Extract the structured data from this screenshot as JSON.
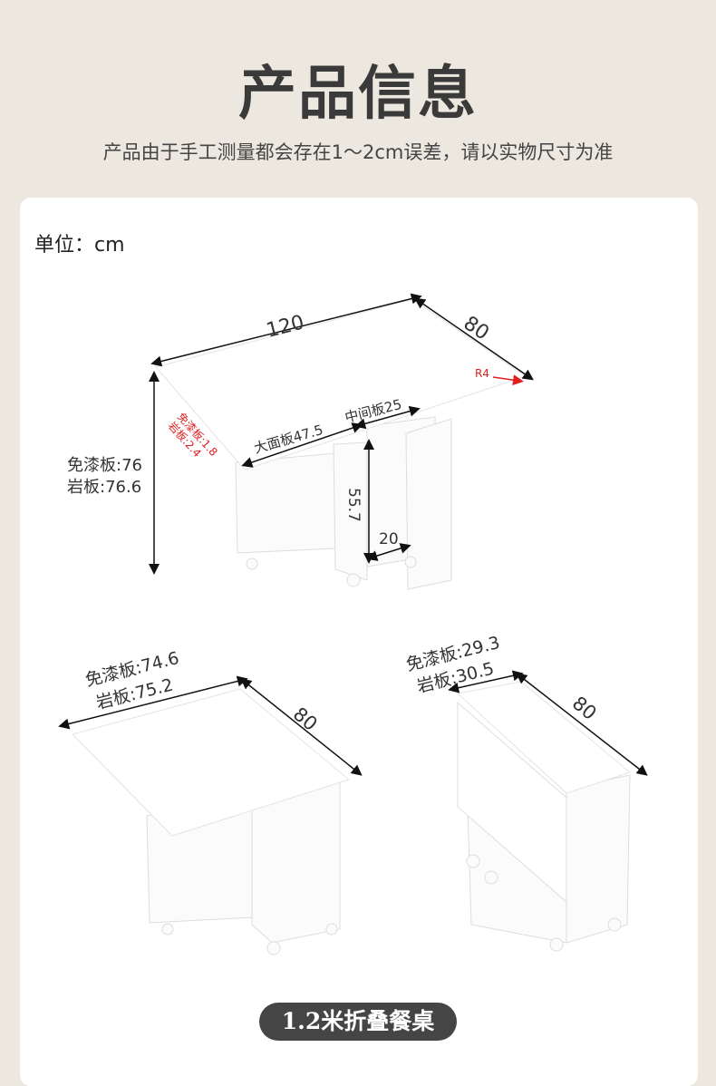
{
  "header": {
    "title": "产品信息",
    "subtitle": "产品由于手工测量都会存在1～2cm误差，请以实物尺寸为准"
  },
  "unit_label": "单位：cm",
  "diagram_open": {
    "length": "120",
    "width": "80",
    "radius": "R4",
    "thickness_mianqi": "免漆板:1.8",
    "thickness_yanban": "岩板:2.4",
    "big_panel": "大面板47.5",
    "middle_panel": "中间板25",
    "cabinet_height": "55.7",
    "cabinet_depth": "20",
    "height_mianqi": "免漆板:76",
    "height_yanban": "岩板:76.6"
  },
  "diagram_half": {
    "length_mianqi": "免漆板:74.6",
    "length_yanban": "岩板:75.2",
    "width": "80"
  },
  "diagram_folded": {
    "length_mianqi": "免漆板:29.3",
    "length_yanban": "岩板:30.5",
    "width": "80"
  },
  "badge": "1.2米折叠餐桌",
  "colors": {
    "background": "#ede8df",
    "accent_red": "#e02020",
    "badge": "#454545"
  }
}
